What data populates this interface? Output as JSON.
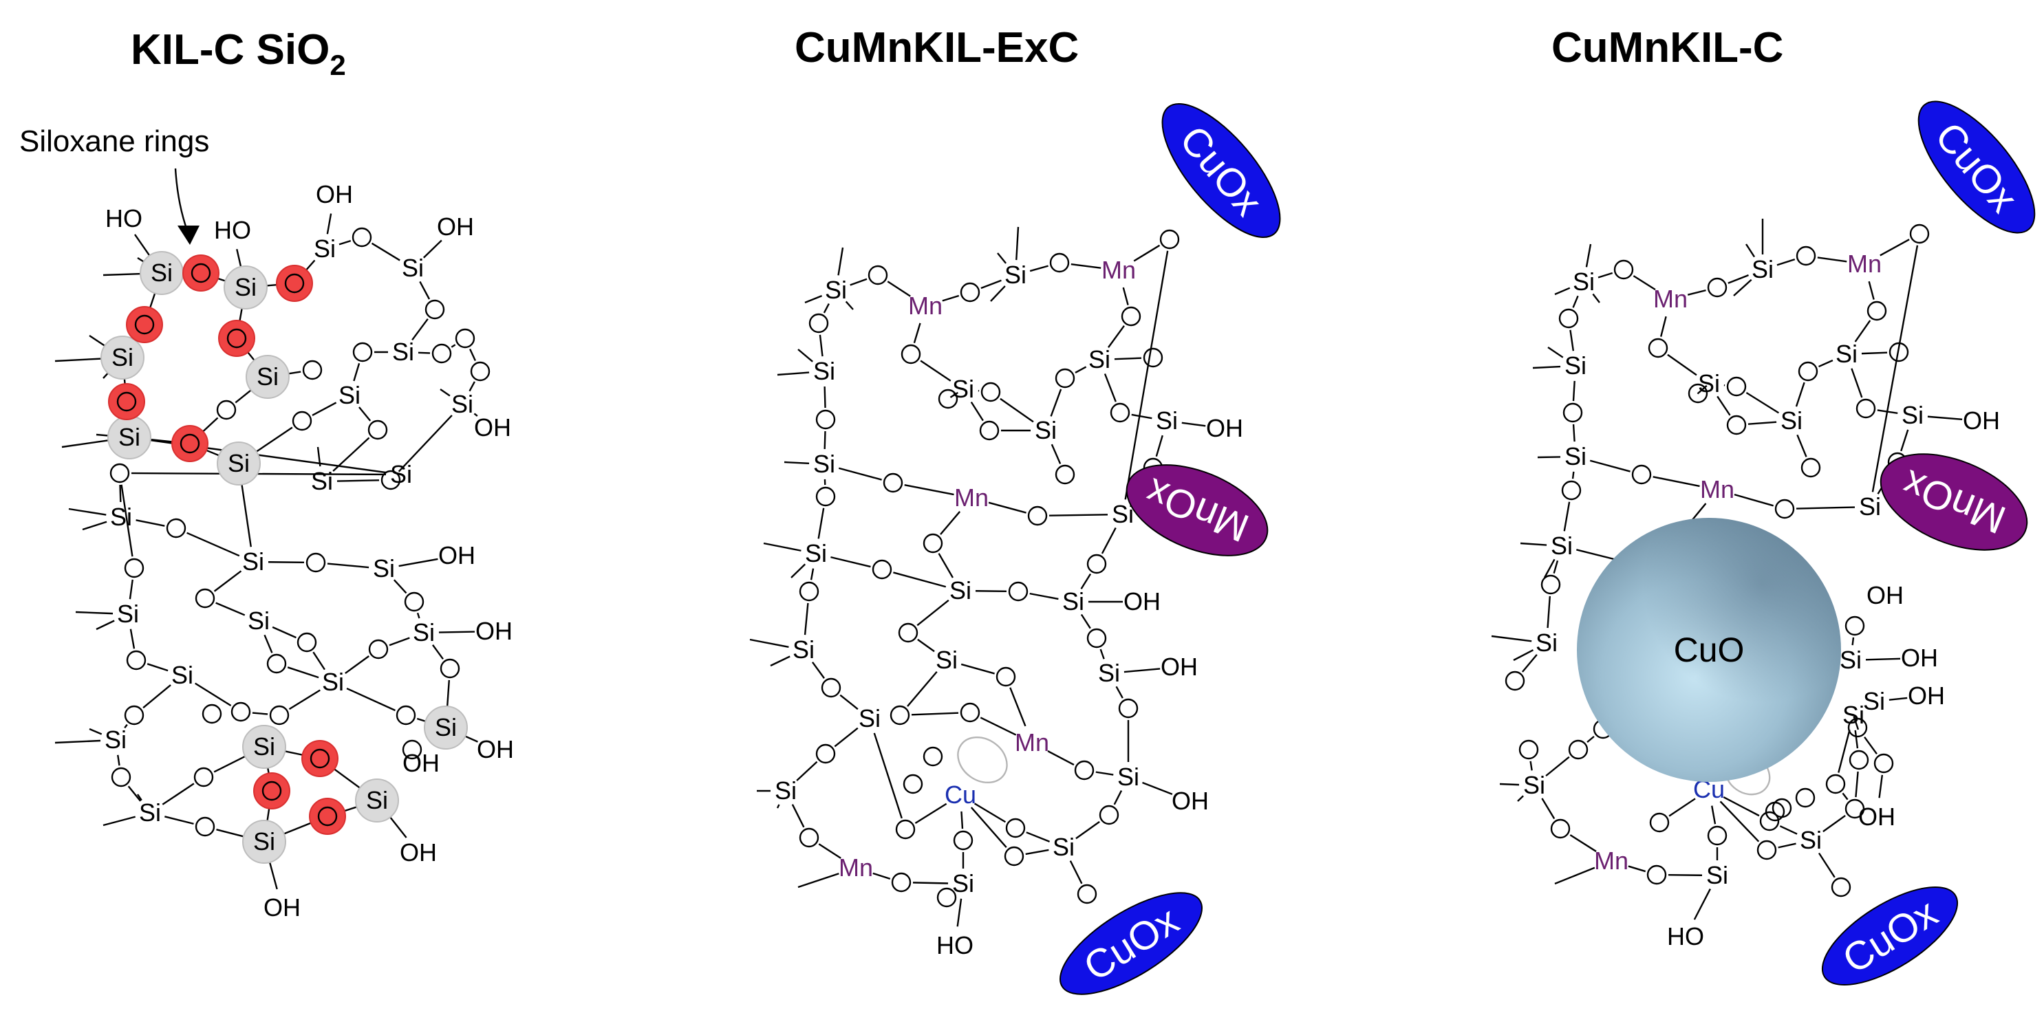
{
  "panels": [
    {
      "id": "kil",
      "title_main": "KIL-C SiO",
      "title_sub": "2",
      "annotation": "Siloxane rings"
    },
    {
      "id": "exc",
      "title_main": "CuMnKIL-ExC"
    },
    {
      "id": "c",
      "title_main": "CuMnKIL-C"
    }
  ],
  "atoms": {
    "si": "Si",
    "o": "O",
    "oh": "OH",
    "ho": "HO",
    "mn": "Mn",
    "cu": "Cu"
  },
  "particles": {
    "cuox": "CuOx",
    "mnox": "MnOx",
    "cuo": "CuO"
  },
  "colors": {
    "ring_oxygen": "#ef4343",
    "ring_silicon": "#dadada",
    "cuox_fill": "#1010e6",
    "mnox_fill": "#7b0f7d",
    "mn_label": "#6b2070",
    "cu_label": "#1a2fb0",
    "cuo_particle": "#8fb4c8"
  }
}
